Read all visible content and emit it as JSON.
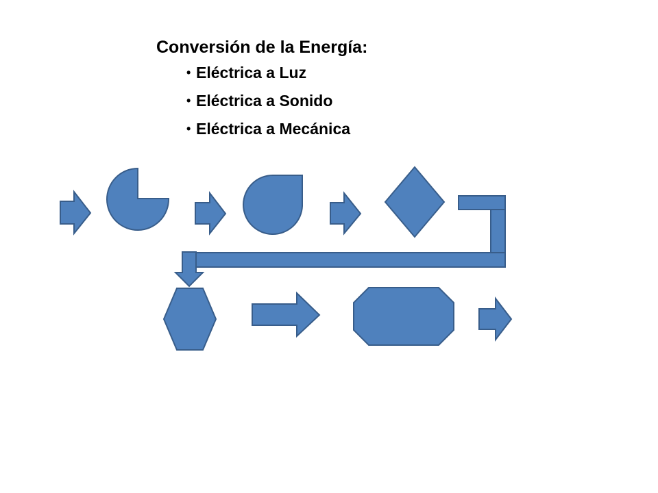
{
  "slide": {
    "heading": "Conversión de la Energía:",
    "bullets": [
      "Eléctrica a Luz",
      "Eléctrica a Sonido",
      "Eléctrica a Mecánica"
    ]
  },
  "diagram": {
    "fill_color": "#4f81bd",
    "stroke_color": "#385d8a",
    "shapes": [
      "right-arrow",
      "pie",
      "teardrop",
      "right-arrow",
      "diamond",
      "right-arrow",
      "bent-connector",
      "down-arrow",
      "hexagon",
      "right-arrow",
      "octagon",
      "right-arrow"
    ]
  }
}
